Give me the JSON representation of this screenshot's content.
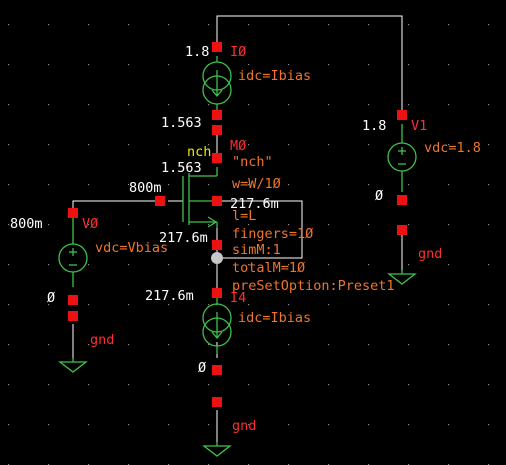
{
  "colors": {
    "background": "#000000",
    "wire": "#ffffff",
    "symbol": "#3fc24a",
    "pin": "#ee1111",
    "voltage_text": "#ffffff",
    "param_text": "#f0742c",
    "instance_text": "#ff2d2d",
    "model_text": "#eaea00"
  },
  "instances": {
    "i0": {
      "name": "IØ",
      "param": "idc=Ibias",
      "top_voltage": "1.8",
      "bottom_voltage": "1.563"
    },
    "m0": {
      "name": "MØ",
      "model_label": "nch",
      "drain_voltage": "1.563",
      "gate_voltage": "800m",
      "source_voltage": "217.6m",
      "bulk_voltage": "217.6m",
      "params": [
        "\"nch\"",
        "w=W/1Ø",
        "l=L",
        "fingers=1Ø",
        "simM:1",
        "totalM=1Ø",
        "preSetOption:Preset1"
      ]
    },
    "v0": {
      "name": "VØ",
      "param": "vdc=Vbias",
      "top_voltage": "800m",
      "bottom_voltage": "Ø",
      "ground": "gnd"
    },
    "v1": {
      "name": "V1",
      "param": "vdc=1.8",
      "top_voltage": "1.8",
      "bottom_voltage": "Ø",
      "ground": "gnd"
    },
    "i4": {
      "name": "I4",
      "param": "idc=Ibias",
      "top_voltage": "217.6m",
      "bottom_voltage": "Ø",
      "ground": "gnd"
    }
  }
}
